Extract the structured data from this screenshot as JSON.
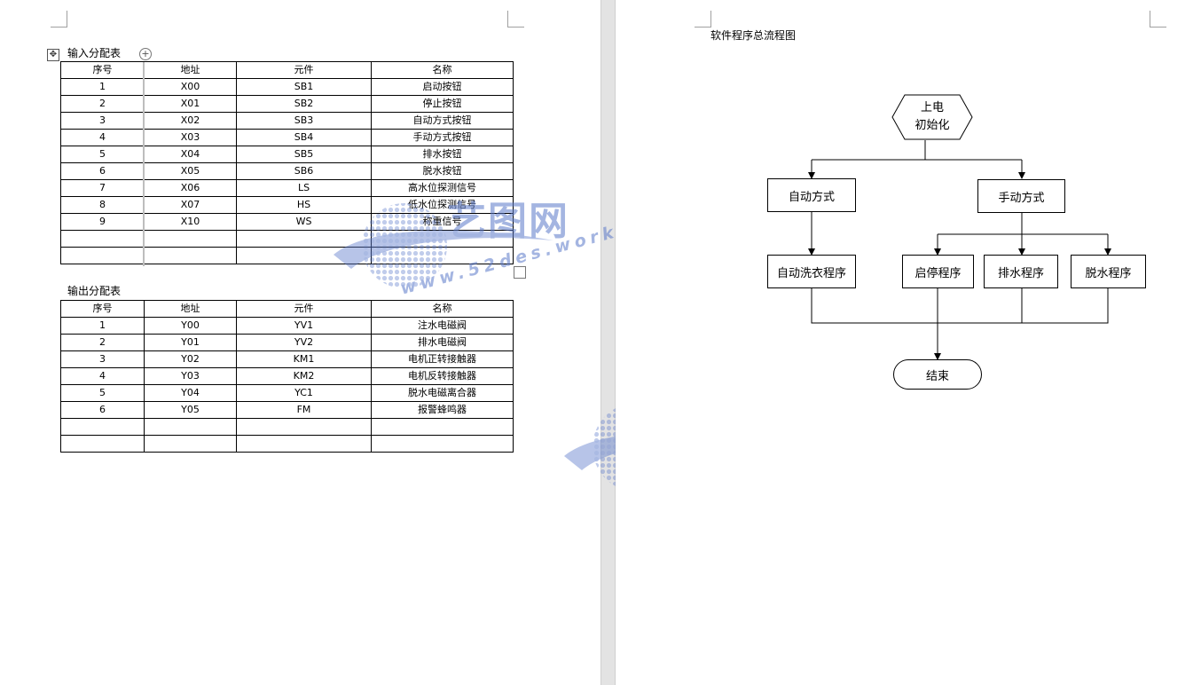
{
  "input_table": {
    "caption": "输入分配表",
    "headers": [
      "序号",
      "地址",
      "元件",
      "名称"
    ],
    "rows": [
      [
        "1",
        "X00",
        "SB1",
        "启动按钮"
      ],
      [
        "2",
        "X01",
        "SB2",
        "停止按钮"
      ],
      [
        "3",
        "X02",
        "SB3",
        "自动方式按钮"
      ],
      [
        "4",
        "X03",
        "SB4",
        "手动方式按钮"
      ],
      [
        "5",
        "X04",
        "SB5",
        "排水按钮"
      ],
      [
        "6",
        "X05",
        "SB6",
        "脱水按钮"
      ],
      [
        "7",
        "X06",
        "LS",
        "高水位探测信号"
      ],
      [
        "8",
        "X07",
        "HS",
        "低水位探测信号"
      ],
      [
        "9",
        "X10",
        "WS",
        "称重信号"
      ],
      [
        "",
        "",
        "",
        ""
      ],
      [
        "",
        "",
        "",
        ""
      ]
    ],
    "move_handle_icon": "✥",
    "add_column_icon": "+"
  },
  "output_table": {
    "caption": "输出分配表",
    "headers": [
      "序号",
      "地址",
      "元件",
      "名称"
    ],
    "rows": [
      [
        "1",
        "Y00",
        "YV1",
        "注水电磁阀"
      ],
      [
        "2",
        "Y01",
        "YV2",
        "排水电磁阀"
      ],
      [
        "3",
        "Y02",
        "KM1",
        "电机正转接触器"
      ],
      [
        "4",
        "Y03",
        "KM2",
        "电机反转接触器"
      ],
      [
        "5",
        "Y04",
        "YC1",
        "脱水电磁离合器"
      ],
      [
        "6",
        "Y05",
        "FM",
        "报警蜂鸣器"
      ],
      [
        "",
        "",
        "",
        ""
      ],
      [
        "",
        "",
        "",
        ""
      ]
    ]
  },
  "flowchart": {
    "title": "软件程序总流程图",
    "start": [
      "上电",
      "初始化"
    ],
    "auto_mode": "自动方式",
    "manual_mode": "手动方式",
    "auto_wash": "自动洗衣程序",
    "start_stop": "启停程序",
    "drain": "排水程序",
    "spin": "脱水程序",
    "end": "结束"
  },
  "watermark": {
    "brand": "艺图网",
    "url": "www.52des.work",
    "color": "#5b79c9"
  },
  "colors": {
    "gutter": "#e3e3e3",
    "page": "#ffffff"
  }
}
